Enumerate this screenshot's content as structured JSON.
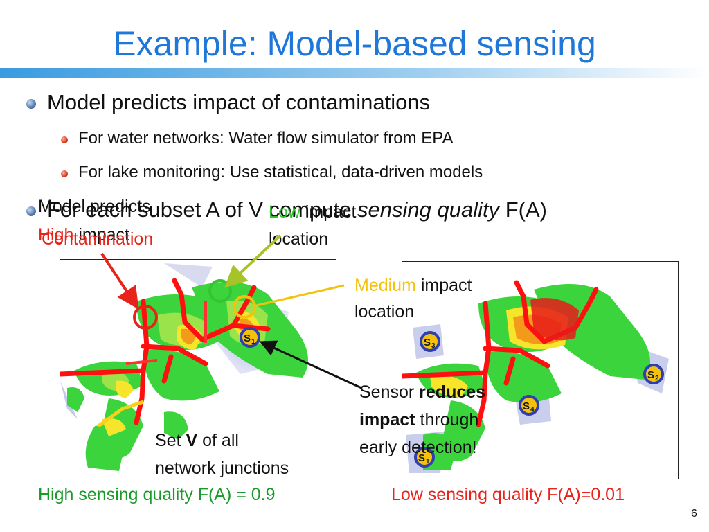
{
  "slide": {
    "title": "Example: Model-based sensing",
    "page_number": "6"
  },
  "bullets": {
    "main1": "Model predicts impact of contaminations",
    "sub1": "For water networks: Water flow simulator from EPA",
    "sub2": "For lake monitoring: Use statistical, data-driven models",
    "main2_pre": "For each subset A of V compute ",
    "main2_em": "sensing quality",
    "main2_post": " F(A)"
  },
  "annotations": {
    "model_predicts_line1": "Model predicts",
    "high_word": "High",
    "impact_word": " impact",
    "contamination": "Contamination",
    "low_word": "Low",
    "low_rest": " impact",
    "low_location": "location",
    "medium_word": "Medium",
    "medium_rest": " impact",
    "medium_location": "location",
    "sensor_line1_pre": "Sensor ",
    "sensor_line1_bold": "reduces",
    "sensor_line2_bold": "impact",
    "sensor_line2_rest": " through",
    "sensor_line3": "early detection!",
    "set_v_pre": "Set ",
    "set_v_bold": "V",
    "set_v_post": " of all",
    "set_v_line2": "network junctions"
  },
  "sensors": {
    "s1": "S",
    "s1_sub": "1",
    "s2": "S",
    "s2_sub": "2",
    "s3": "S",
    "s3_sub": "3",
    "s4": "S",
    "s4_sub": "4"
  },
  "captions": {
    "left": "High sensing quality F(A) = 0.9",
    "right": "Low sensing quality F(A)=0.01"
  },
  "colors": {
    "title": "#1f78d9",
    "high": "#e8231a",
    "low": "#33c533",
    "medium": "#f4c20d",
    "caption_left": "#1b9a2a",
    "caption_right": "#e8231a",
    "sensor_fill": "#f4c20d",
    "sensor_ring": "#2f3fb0"
  }
}
